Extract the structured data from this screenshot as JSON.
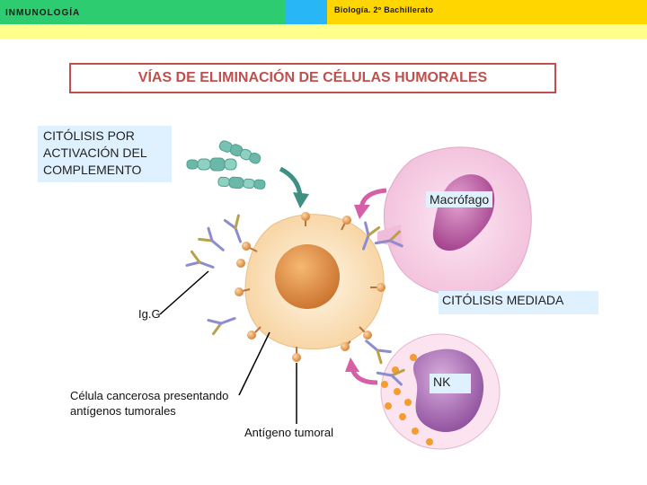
{
  "header": {
    "left_title": "INMUNOLOGÍA",
    "right_title": "Biología. 2º Bachillerato"
  },
  "title": "VÍAS DE ELIMINACIÓN DE CÉLULAS HUMORALES",
  "labels": {
    "complement": "CITÓLISIS POR\nACTIVACIÓN DEL\nCOMPLEMENTO",
    "macrophage": "Macrófago",
    "mediated": "CITÓLISIS MEDIADA",
    "igg": "Ig.G",
    "nk": "NK",
    "cancer_cell": "Célula cancerosa presentando\nantígenos tumorales",
    "antigen": "Antígeno tumoral"
  },
  "colors": {
    "header_green": "#2ecc71",
    "header_blue": "#29b6f6",
    "header_yellow": "#ffd600",
    "title_red": "#c0504d",
    "label_bg": "#dff0ff"
  }
}
